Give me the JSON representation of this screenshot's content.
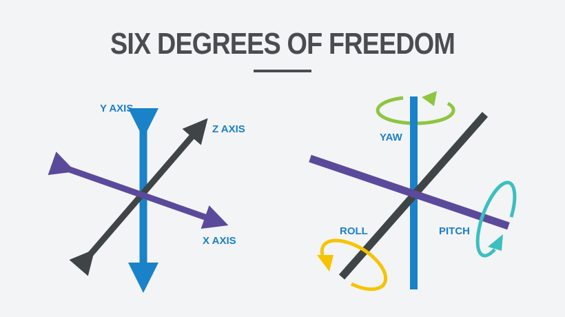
{
  "title": "SIX DEGREES OF FREEDOM",
  "translation": {
    "y_axis": "Y AXIS",
    "z_axis": "Z AXIS",
    "x_axis": "X AXIS"
  },
  "rotation": {
    "yaw": "YAW",
    "roll": "ROLL",
    "pitch": "PITCH"
  },
  "colors": {
    "background": "#f3f4f6",
    "title": "#4a4d4f",
    "y_axis": "#1a82c8",
    "x_axis": "#5b4a9b",
    "z_axis": "#3f4446",
    "yaw": "#8dc63f",
    "roll": "#f5c400",
    "pitch": "#3bbfbf"
  }
}
